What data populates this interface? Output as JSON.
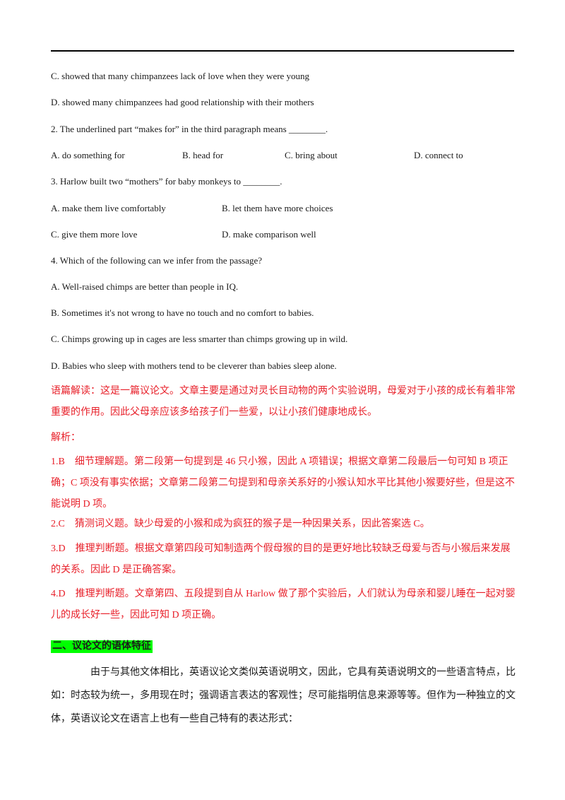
{
  "lines": {
    "q1c": "C.  showed that many chimpanzees lack of love when they were young",
    "q1d": "D.  showed many chimpanzees had good relationship with their mothers",
    "q2": "2.  The underlined part “makes for” in the third paragraph means ________.",
    "q2a": "A.  do something for",
    "q2b": "B.  head for",
    "q2c": "C.  bring about",
    "q2d": "D.  connect to",
    "q3": "3.  Harlow built two “mothers” for baby monkeys to ________.",
    "q3a": "A.  make them live comfortably",
    "q3b": "B.  let them have more choices",
    "q3c": "C.  give them more love",
    "q3d": "D.  make comparison well",
    "q4": "4.  Which of the following can we infer from the passage?",
    "q4a": "A.  Well-raised  chimps are better than people in IQ.",
    "q4b": "B.  Sometimes it's not wrong to have no touch and no comfort to babies.",
    "q4c": "C.  Chimps growing up in cages are less smarter than chimps growing up in wild.",
    "q4d": "D.  Babies who sleep with mothers tend to be cleverer than babies sleep alone."
  },
  "analysis": {
    "summary": "语篇解读：这是一篇议论文。文章主要是通过对灵长目动物的两个实验说明，母爱对于小孩的成长有着非常重要的作用。因此父母亲应该多给孩子们一些爱，以让小孩们健康地成长。",
    "label": "解析：",
    "a1": "1.B　细节理解题。第二段第一句提到是 46 只小猴，因此 A 项错误；根据文章第二段最后一句可知 B 项正确；C 项没有事实依据；文章第二段第二句提到和母亲关系好的小猴认知水平比其他小猴要好些，但是这不能说明 D 项。",
    "a2": "2.C　猜测词义题。缺少母爱的小猴和成为疯狂的猴子是一种因果关系，因此答案选 C。",
    "a3": "3.D　推理判断题。根据文章第四段可知制造两个假母猴的目的是更好地比较缺乏母爱与否与小猴后来发展的关系。因此 D 是正确答案。",
    "a4": "4.D　推理判断题。文章第四、五段提到自从 Harlow 做了那个实验后，人们就认为母亲和婴儿睡在一起对婴儿的成长好一些，因此可知 D 项正确。"
  },
  "section": {
    "heading": "二、议论文的语体特征",
    "body": "由于与其他文体相比，英语议论文类似英语说明文，因此，它具有英语说明文的一些语言特点，比如：时态较为统一，多用现在时；强调语言表达的客观性；尽可能指明信息来源等等。但作为一种独立的文体，英语议论文在语言上也有一些自己特有的表达形式："
  },
  "colors": {
    "answer_red": "#e8202a",
    "highlight_green": "#00ff00"
  }
}
